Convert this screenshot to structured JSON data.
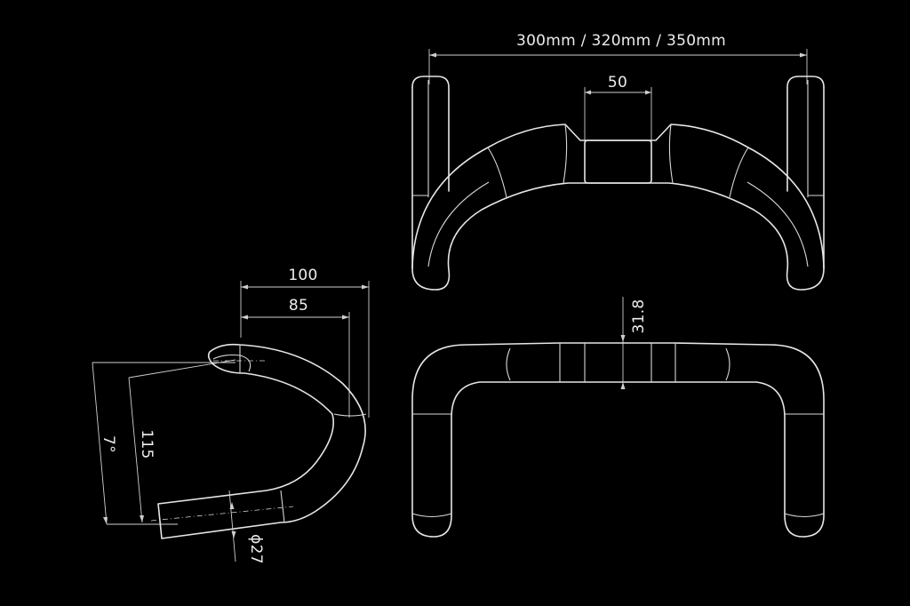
{
  "colors": {
    "background": "#000000",
    "line": "#e6e6e6"
  },
  "dimensions": {
    "width_options": "300mm / 320mm / 350mm",
    "top_center": "50",
    "reach_outer": "100",
    "reach_inner": "85",
    "drop": "115",
    "flare_angle": "7°",
    "clamp_diameter": "31.8",
    "end_diameter": "ϕ27"
  }
}
